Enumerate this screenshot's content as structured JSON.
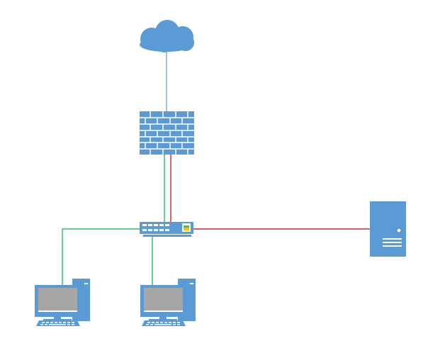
{
  "diagram": {
    "background": "#ffffff",
    "colors": {
      "device_blue": "#5b9bd5",
      "device_dark": "#41719c",
      "screen_gray": "#a6a6a6",
      "wire_internet": "#5b9bd5",
      "wire_green": "#00b050",
      "wire_red": "#c00000"
    },
    "nodes": [
      {
        "id": "cloud",
        "icon": "cloud-icon"
      },
      {
        "id": "firewall",
        "icon": "firewall-icon"
      },
      {
        "id": "switch",
        "icon": "network-switch-icon"
      },
      {
        "id": "server",
        "icon": "server-tower-icon"
      },
      {
        "id": "pc-left",
        "icon": "desktop-computer-icon"
      },
      {
        "id": "pc-middle",
        "icon": "desktop-computer-icon"
      }
    ],
    "links": [
      {
        "from": "cloud",
        "to": "firewall",
        "color": "wire_internet"
      },
      {
        "from": "firewall",
        "to": "switch",
        "color": "wire_green"
      },
      {
        "from": "firewall",
        "to": "switch",
        "color": "wire_red"
      },
      {
        "from": "switch",
        "to": "server",
        "color": "wire_red"
      },
      {
        "from": "switch",
        "to": "pc-left",
        "color": "wire_green"
      },
      {
        "from": "switch",
        "to": "pc-middle",
        "color": "wire_green"
      }
    ]
  }
}
